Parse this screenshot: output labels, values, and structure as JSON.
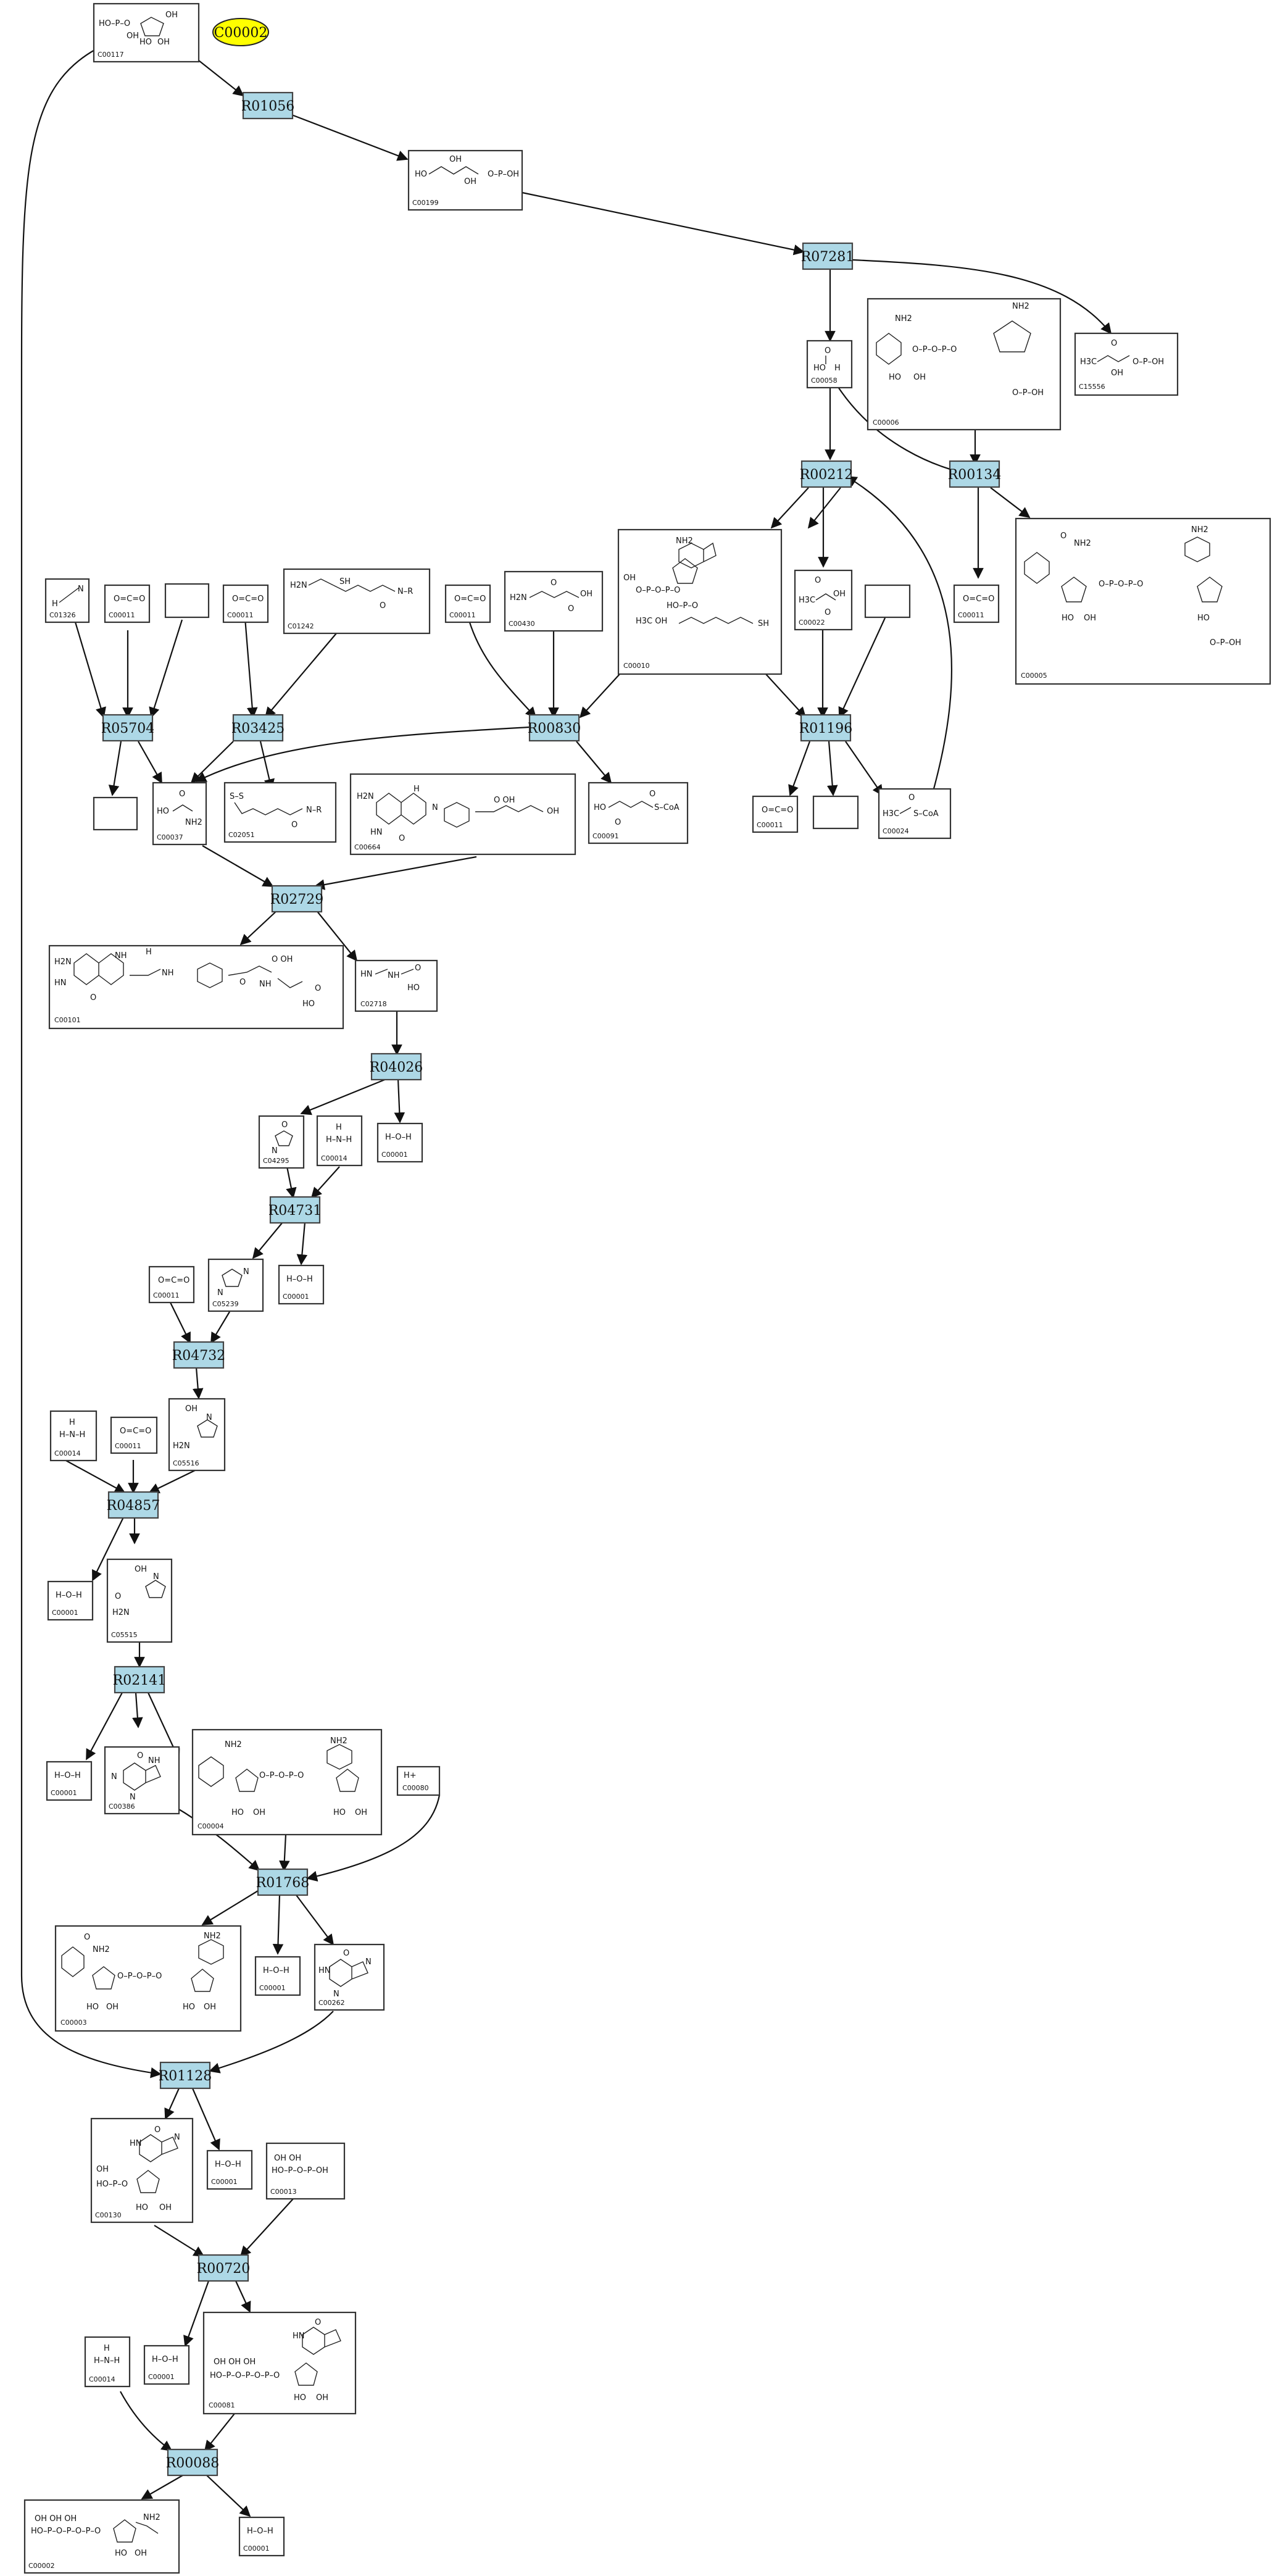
{
  "start_node": "C00002",
  "reactions": [
    {
      "id": "R01056",
      "label": "R01056"
    },
    {
      "id": "R07281",
      "label": "R07281"
    },
    {
      "id": "R00212",
      "label": "R00212"
    },
    {
      "id": "R00134",
      "label": "R00134"
    },
    {
      "id": "R05704",
      "label": "R05704"
    },
    {
      "id": "R03425",
      "label": "R03425"
    },
    {
      "id": "R00830",
      "label": "R00830"
    },
    {
      "id": "R01196",
      "label": "R01196"
    },
    {
      "id": "R02729",
      "label": "R02729"
    },
    {
      "id": "R04026",
      "label": "R04026"
    },
    {
      "id": "R04731",
      "label": "R04731"
    },
    {
      "id": "R04732",
      "label": "R04732"
    },
    {
      "id": "R04857",
      "label": "R04857"
    },
    {
      "id": "R02141",
      "label": "R02141"
    },
    {
      "id": "R01768",
      "label": "R01768"
    },
    {
      "id": "R01128",
      "label": "R01128"
    },
    {
      "id": "R00720",
      "label": "R00720"
    },
    {
      "id": "R00088",
      "label": "R00088"
    }
  ],
  "compounds": [
    {
      "key": "c00117",
      "label": "C00117"
    },
    {
      "key": "c00199",
      "label": "C00199"
    },
    {
      "key": "c00058",
      "label": "C00058"
    },
    {
      "key": "c00006",
      "label": "C00006"
    },
    {
      "key": "c15556",
      "label": "C15556"
    },
    {
      "key": "c01326",
      "label": "C01326"
    },
    {
      "key": "c00011a",
      "label": "C00011"
    },
    {
      "key": "blank1",
      "label": ""
    },
    {
      "key": "c00011b",
      "label": "C00011"
    },
    {
      "key": "c01242",
      "label": "C01242"
    },
    {
      "key": "c00011c",
      "label": "C00011"
    },
    {
      "key": "c00430",
      "label": "C00430"
    },
    {
      "key": "c00010",
      "label": "C00010"
    },
    {
      "key": "c00022",
      "label": "C00022"
    },
    {
      "key": "blank2",
      "label": ""
    },
    {
      "key": "c00011d",
      "label": "C00011"
    },
    {
      "key": "c00005",
      "label": "C00005"
    },
    {
      "key": "blank3",
      "label": ""
    },
    {
      "key": "c00037",
      "label": "C00037"
    },
    {
      "key": "c02051",
      "label": "C02051"
    },
    {
      "key": "c00664",
      "label": "C00664"
    },
    {
      "key": "c00091",
      "label": "C00091"
    },
    {
      "key": "c00011e",
      "label": "C00011"
    },
    {
      "key": "blank4",
      "label": ""
    },
    {
      "key": "c00024",
      "label": "C00024"
    },
    {
      "key": "c00101",
      "label": "C00101"
    },
    {
      "key": "c02718",
      "label": "C02718"
    },
    {
      "key": "c04295",
      "label": "C04295"
    },
    {
      "key": "c00014a",
      "label": "C00014"
    },
    {
      "key": "c00001a",
      "label": "C00001"
    },
    {
      "key": "c00011f",
      "label": "C00011"
    },
    {
      "key": "c05239",
      "label": "C05239"
    },
    {
      "key": "c00001b",
      "label": "C00001"
    },
    {
      "key": "c05516",
      "label": "C05516"
    },
    {
      "key": "c00014b",
      "label": "C00014"
    },
    {
      "key": "c00011g",
      "label": "C00011"
    },
    {
      "key": "c00001c",
      "label": "C00001"
    },
    {
      "key": "c05515",
      "label": "C05515"
    },
    {
      "key": "c00001d",
      "label": "C00001"
    },
    {
      "key": "c00386",
      "label": "C00386"
    },
    {
      "key": "c00004",
      "label": "C00004"
    },
    {
      "key": "c00080",
      "label": "C00080"
    },
    {
      "key": "c00003",
      "label": "C00003"
    },
    {
      "key": "c00001e",
      "label": "C00001"
    },
    {
      "key": "c00262",
      "label": "C00262"
    },
    {
      "key": "c00130",
      "label": "C00130"
    },
    {
      "key": "c00001f",
      "label": "C00001"
    },
    {
      "key": "c00013",
      "label": "C00013"
    },
    {
      "key": "c00001g",
      "label": "C00001"
    },
    {
      "key": "c00081",
      "label": "C00081"
    },
    {
      "key": "c00014c",
      "label": "C00014"
    },
    {
      "key": "c00001h",
      "label": "C00001"
    },
    {
      "key": "c00002",
      "label": "C00002"
    }
  ]
}
